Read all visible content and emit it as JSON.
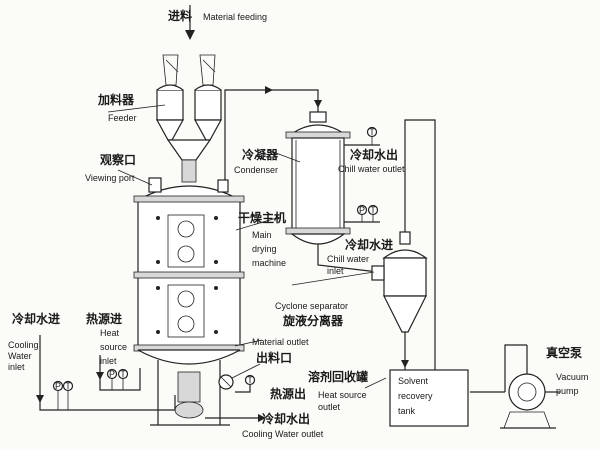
{
  "labels": {
    "material_feeding": {
      "cn": "进料",
      "en": "Material feeding"
    },
    "feeder": {
      "cn": "加料器",
      "en": "Feeder"
    },
    "viewing_port": {
      "cn": "观察口",
      "en": "Viewing port"
    },
    "condenser": {
      "cn": "冷凝器",
      "en": "Condenser"
    },
    "chill_water_outlet": {
      "cn": "冷却水出",
      "en": "Chill water outlet"
    },
    "main_drying_machine": {
      "cn": "干燥主机",
      "en1": "Main",
      "en2": "drying",
      "en3": "machine"
    },
    "chill_water_inlet": {
      "cn": "冷却水进",
      "en1": "Chill water",
      "en2": "inlet"
    },
    "cyclone_separator": {
      "cn": "旋液分离器",
      "en": "Cyclone separator"
    },
    "cooling_water_inlet": {
      "cn": "冷却水进",
      "en1": "Cooling",
      "en2": "Water",
      "en3": "inlet"
    },
    "heat_source_inlet": {
      "cn": "热源进",
      "en1": "Heat",
      "en2": "source",
      "en3": "inlet"
    },
    "material_outlet": {
      "cn": "出料口",
      "en": "Material outlet"
    },
    "solvent_recovery_tank": {
      "cn": "溶剂回收罐",
      "en1": "Solvent",
      "en2": "recovery",
      "en3": "tank"
    },
    "heat_source_outlet": {
      "cn": "热源出",
      "en1": "Heat source",
      "en2": "outlet"
    },
    "cooling_water_outlet": {
      "cn": "冷却水出",
      "en": "Cooling Water outlet"
    },
    "vacuum_pump": {
      "cn": "真空泵",
      "en1": "Vacuum",
      "en2": "pump"
    }
  },
  "gauges": {
    "p": "P",
    "t": "T"
  }
}
